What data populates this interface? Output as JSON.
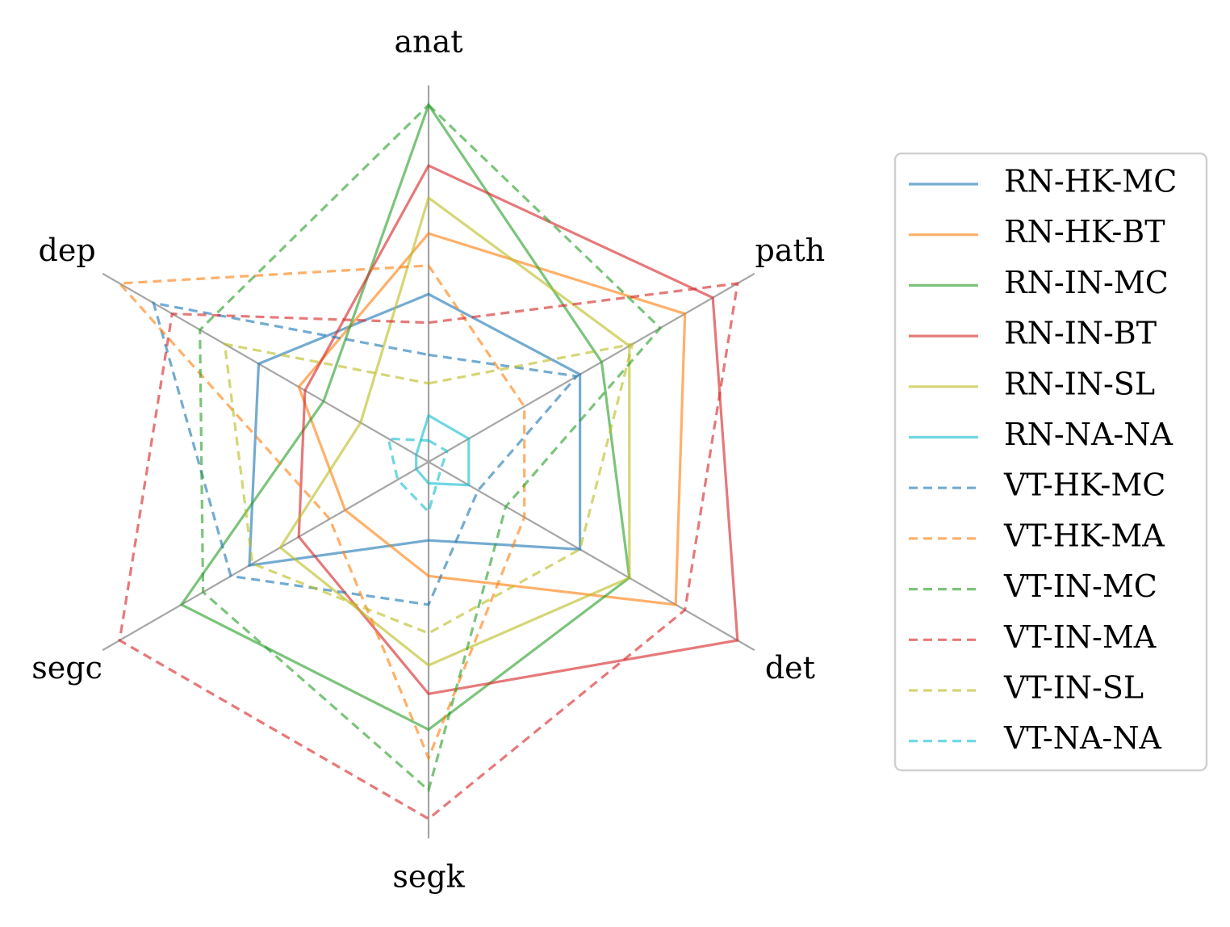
{
  "chart_data": {
    "type": "radar",
    "axes": [
      "anat",
      "path",
      "det",
      "segk",
      "segc",
      "dep"
    ],
    "rmax": 1.0,
    "grid": false,
    "legend_position": "right",
    "series": [
      {
        "name": "RN-HK-MC",
        "color": "#1f77b4",
        "dash": "solid",
        "values": [
          0.47,
          0.49,
          0.49,
          0.22,
          0.58,
          0.55
        ]
      },
      {
        "name": "RN-HK-BT",
        "color": "#ff7f0e",
        "dash": "solid",
        "values": [
          0.64,
          0.83,
          0.8,
          0.32,
          0.27,
          0.42
        ]
      },
      {
        "name": "RN-IN-MC",
        "color": "#2ca02c",
        "dash": "solid",
        "values": [
          1.0,
          0.56,
          0.65,
          0.75,
          0.8,
          0.34
        ]
      },
      {
        "name": "RN-IN-BT",
        "color": "#d62728",
        "dash": "solid",
        "values": [
          0.83,
          0.92,
          1.0,
          0.65,
          0.42,
          0.4
        ]
      },
      {
        "name": "RN-IN-SL",
        "color": "#bcbd22",
        "dash": "solid",
        "values": [
          0.74,
          0.65,
          0.65,
          0.57,
          0.48,
          0.22
        ]
      },
      {
        "name": "RN-NA-NA",
        "color": "#17becf",
        "dash": "solid",
        "values": [
          0.13,
          0.13,
          0.13,
          0.06,
          0.04,
          0.04
        ]
      },
      {
        "name": "VT-HK-MC",
        "color": "#1f77b4",
        "dash": "dashed",
        "values": [
          0.3,
          0.48,
          0.16,
          0.4,
          0.64,
          0.89
        ]
      },
      {
        "name": "VT-HK-MA",
        "color": "#ff7f0e",
        "dash": "dashed",
        "values": [
          0.55,
          0.31,
          0.31,
          0.83,
          0.32,
          1.0
        ]
      },
      {
        "name": "VT-IN-MC",
        "color": "#2ca02c",
        "dash": "dashed",
        "values": [
          1.0,
          0.75,
          0.25,
          0.92,
          0.73,
          0.74
        ]
      },
      {
        "name": "VT-IN-MA",
        "color": "#d62728",
        "dash": "dashed",
        "values": [
          0.39,
          1.0,
          0.83,
          1.0,
          1.0,
          0.83
        ]
      },
      {
        "name": "VT-IN-SL",
        "color": "#bcbd22",
        "dash": "dashed",
        "values": [
          0.22,
          0.66,
          0.49,
          0.48,
          0.57,
          0.66
        ]
      },
      {
        "name": "VT-NA-NA",
        "color": "#17becf",
        "dash": "dashed",
        "values": [
          0.06,
          0.06,
          0.04,
          0.14,
          0.1,
          0.13
        ]
      }
    ]
  }
}
